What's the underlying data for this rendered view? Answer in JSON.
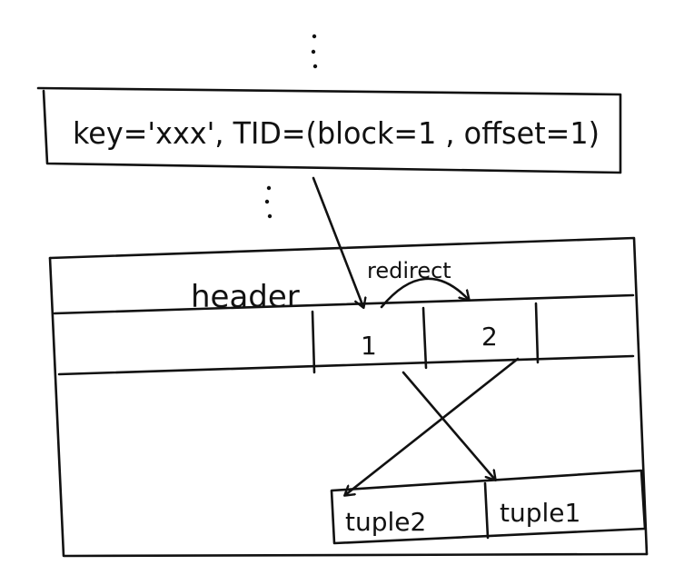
{
  "index_entry": {
    "label": "key='xxx', TID=(block=1 , offset=1)"
  },
  "page": {
    "header_label": "header",
    "redirect_label": "redirect",
    "line_pointers": [
      "1",
      "2"
    ],
    "tuples": [
      "tuple2",
      "tuple1"
    ]
  },
  "colors": {
    "ink": "#111111",
    "background": "#ffffff"
  }
}
